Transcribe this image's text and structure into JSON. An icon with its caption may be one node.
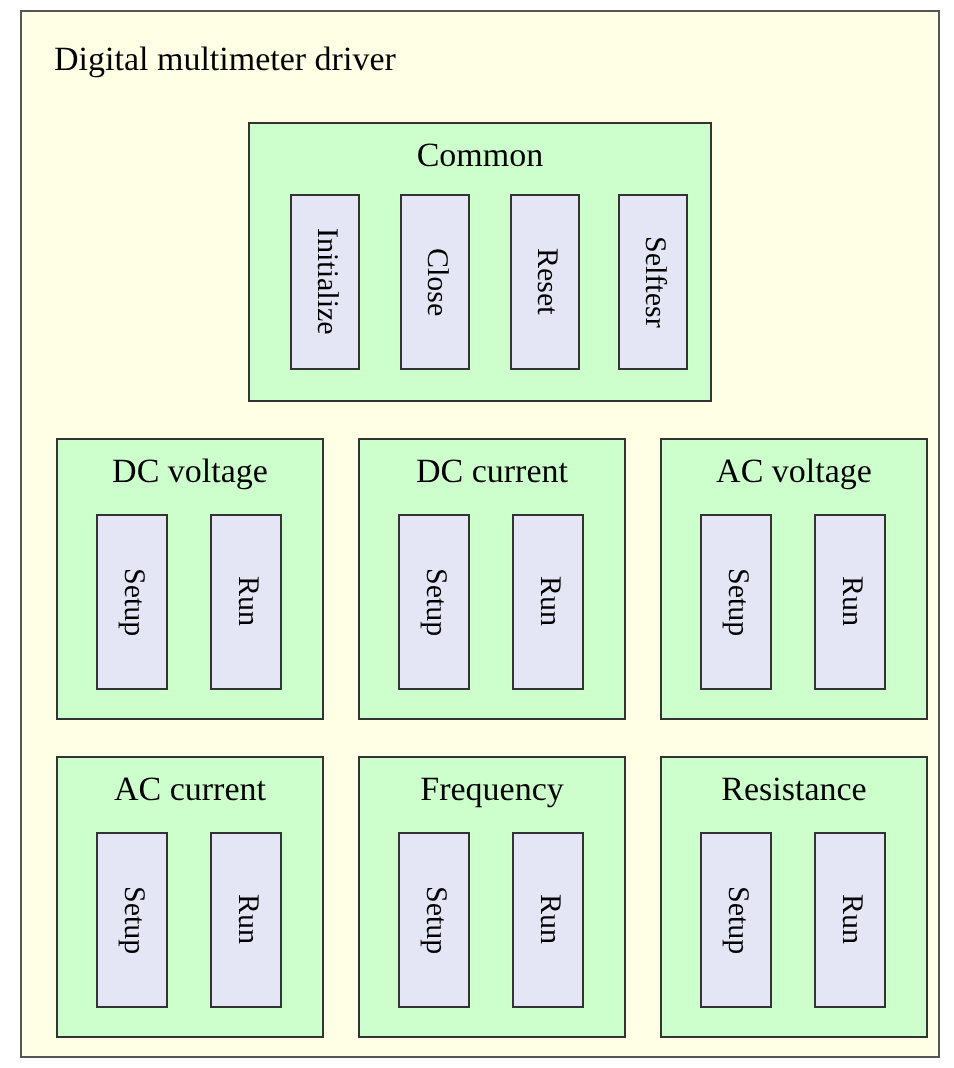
{
  "diagram": {
    "nodes": [
      {
        "text": [
          "Digital multimeter driver"
        ]
      },
      {
        "text": [
          "Common"
        ],
        "in": 0
      },
      {
        "text": [
          "Initialize"
        ],
        "in": 1
      },
      {
        "text": [
          "Close"
        ],
        "in": 1
      },
      {
        "text": [
          "Reset"
        ],
        "in": 1
      },
      {
        "text": [
          "Selftesr"
        ],
        "in": 1
      },
      {
        "text": [
          "DC voltage"
        ],
        "in": 0
      },
      {
        "text": [
          "Setup"
        ],
        "in": 6
      },
      {
        "text": [
          "Run"
        ],
        "in": 6
      },
      {
        "text": [
          "DC current"
        ],
        "in": 0
      },
      {
        "text": [
          "Setup"
        ],
        "in": 9
      },
      {
        "text": [
          "Run"
        ],
        "in": 9
      },
      {
        "text": [
          "AC voltage"
        ],
        "in": 0
      },
      {
        "text": [
          "Setup"
        ],
        "in": 12
      },
      {
        "text": [
          "Run"
        ],
        "in": 12
      },
      {
        "text": [
          "AC current"
        ],
        "in": 0
      },
      {
        "text": [
          "Setup"
        ],
        "in": 15
      },
      {
        "text": [
          "Run"
        ],
        "in": 15
      },
      {
        "text": [
          "Frequency"
        ],
        "in": 0
      },
      {
        "text": [
          "Setup"
        ],
        "in": 18
      },
      {
        "text": [
          "Run"
        ],
        "in": 18
      },
      {
        "text": [
          "Resistance"
        ],
        "in": 0
      },
      {
        "text": [
          "Setup"
        ],
        "in": 21
      },
      {
        "text": [
          "Run"
        ],
        "in": 21
      }
    ]
  }
}
